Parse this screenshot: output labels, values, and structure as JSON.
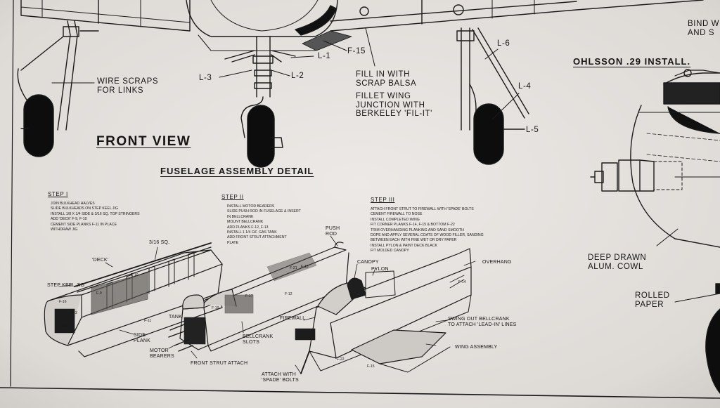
{
  "titles": {
    "front_view": "FRONT VIEW",
    "fuselage_assembly": "FUSELAGE ASSEMBLY DETAIL",
    "engine_install": "OHLSSON .29 INSTALL."
  },
  "front_view_labels": {
    "wire_scraps": [
      "WIRE SCRAPS",
      "FOR LINKS"
    ],
    "l1": "L-1",
    "l2": "L-2",
    "l3": "L-3",
    "l4": "L-4",
    "l5": "L-5",
    "l6": "L-6",
    "f15": "F-15",
    "fill_in": [
      "FILL IN WITH",
      "SCRAP BALSA"
    ],
    "fillet": [
      "FILLET WING",
      "JUNCTION WITH",
      "BERKELEY 'FIL-IT'"
    ],
    "bind": [
      "BIND W",
      "AND S"
    ]
  },
  "engine_labels": {
    "cowl": [
      "DEEP DRAWN",
      "ALUM. COWL"
    ],
    "rolled_paper": [
      "ROLLED",
      "PAPER"
    ]
  },
  "steps": [
    {
      "title": "STEP I",
      "lines": [
        "JOIN BULKHEAD HALVES",
        "SLIDE BULKHEADS ON STEP KEEL JIG",
        "INSTALL 1/8 X 1/4 SIDE & 3/16 SQ. TOP STRINGERS",
        "ADD 'DECK' F-9, F-10",
        "CEMENT SIDE PLANKS F-11 IN PLACE",
        "WITHDRAW JIG"
      ]
    },
    {
      "title": "STEP II",
      "lines": [
        "INSTALL MOTOR BEARERS",
        "SLIDE PUSH ROD IN FUSELAGE & INSERT",
        "IN BELLCRANK",
        "MOUNT BELLCRANK",
        "ADD PLANKS F-12, F-13",
        "INSTALL 1 1/4 OZ. GAS TANK",
        "ADD FRONT STRUT ATTACHMENT",
        "PLATE"
      ]
    },
    {
      "title": "STEP III",
      "lines": [
        "ATTACH FRONT STRUT TO FIREWALL WITH 'SPADE' BOLTS",
        "CEMENT FIREWALL TO NOSE",
        "INSTALL COMPLETED WING",
        "FIT CORNER PLANKS F-14, F-15 & BOTTOM F-22",
        "TRIM OVERHANGING PLANKING AND SAND SMOOTH",
        "DOPE AND APPLY SEVERAL COATS OF WOOD FILLER, SANDING",
        "BETWEEN EACH WITH FINE WET OR DRY PAPER",
        "INSTALL PYLON & PAINT DECK BLACK",
        "FIT MOLDED CANOPY"
      ]
    }
  ],
  "step1_labels": {
    "sq": "3/16 SQ.",
    "deck": "'DECK'",
    "jig": "STEP KEEL JIG",
    "f10": "F-10",
    "f9": "F-9",
    "f11": "F-11",
    "f16": "F-16",
    "f1": "F-1",
    "f3": "F-3",
    "side_plank": [
      "SIDE",
      "PLANK"
    ]
  },
  "step2_labels": {
    "push_rod": [
      "PUSH",
      "ROD"
    ],
    "f21": "F-21",
    "f13": "F-13",
    "f17": "F-17",
    "f12": "F-12",
    "f19": "F-19",
    "tank": "TANK",
    "bellcrank": [
      "BELLCRANK",
      "SLOTS"
    ],
    "motor": [
      "MOTOR",
      "BEARERS"
    ],
    "front_strut": "FRONT STRUT ATTACH"
  },
  "step3_labels": {
    "canopy": "CANOPY",
    "pylon": "PYLON",
    "overhang": "OVERHANG",
    "f14": "F-14",
    "firewall": "FIREWALL",
    "swing_out": [
      "SWING OUT BELLCRANK",
      "TO ATTACH 'LEAD-IN' LINES"
    ],
    "wing_assembly": "WING ASSEMBLY",
    "f22": "F-22",
    "f15": "F-15",
    "attach": [
      "ATTACH WITH",
      "'SPADE' BOLTS"
    ]
  }
}
